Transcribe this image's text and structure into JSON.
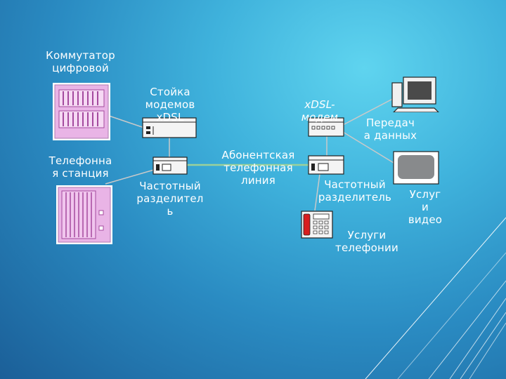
{
  "labels": {
    "digital_switch": "Коммутатор\nцифровой",
    "modem_rack": "Стойка\nмодемов\nxDSL",
    "xdsl_modem": "xDSL-\nмодем",
    "data_transfer": "Передач\nа данных",
    "telephone_station": "Телефонна\nя станция",
    "subscriber_line": "Абонентская\nтелефонная\nлиния",
    "splitter_left": "Частотный\nразделител\nь",
    "splitter_right": "Частотный\nразделитель",
    "video_services": "Услуг\nи\nвидео",
    "telephony_services": "Услуги\nтелефонии"
  },
  "colors": {
    "device_pink": "#e9b4e6",
    "device_stripe": "#a44a9e",
    "line_green": "#9bd19b",
    "line_gray": "#c9c9c9"
  }
}
